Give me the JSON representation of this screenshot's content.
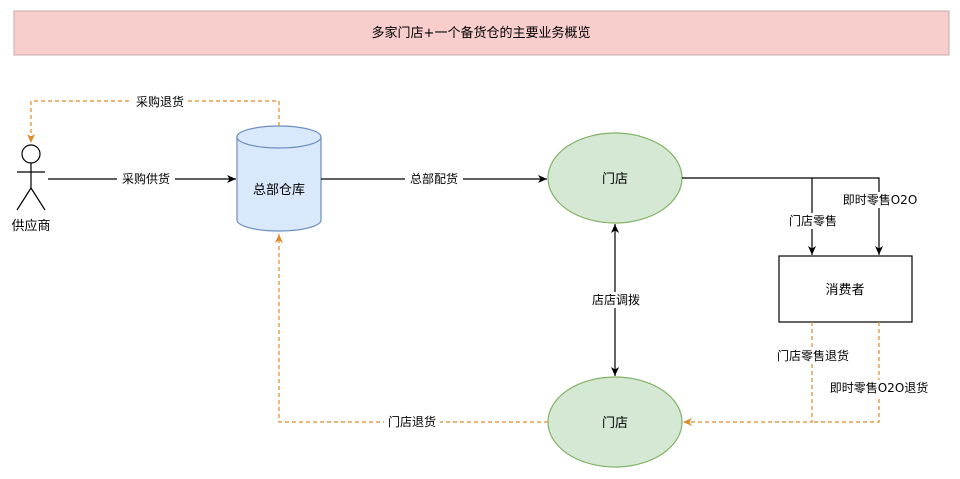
{
  "title": "多家门店+一个备货仓的主要业务概览",
  "nodes": {
    "supplier": "供应商",
    "warehouse": "总部仓库",
    "store_top": "门店",
    "store_bottom": "门店",
    "consumer": "消费者"
  },
  "edges": {
    "purchase_supply": "采购供货",
    "purchase_return": "采购退货",
    "hq_distribution": "总部配货",
    "store_transfer": "店店调拨",
    "store_retail": "门店零售",
    "instant_retail_o2o": "即时零售O2O",
    "store_retail_return": "门店零售退货",
    "instant_retail_o2o_return": "即时零售O2O退货",
    "store_return": "门店退货"
  },
  "colors": {
    "title_fill": "#f8cecc",
    "title_stroke": "#c9a8a6",
    "warehouse_fill": "#dae8fc",
    "warehouse_stroke": "#6c8ebf",
    "store_fill": "#d5e8d4",
    "store_stroke": "#82b366",
    "return_arrow": "#e08a2c",
    "flow_arrow": "#000000"
  }
}
